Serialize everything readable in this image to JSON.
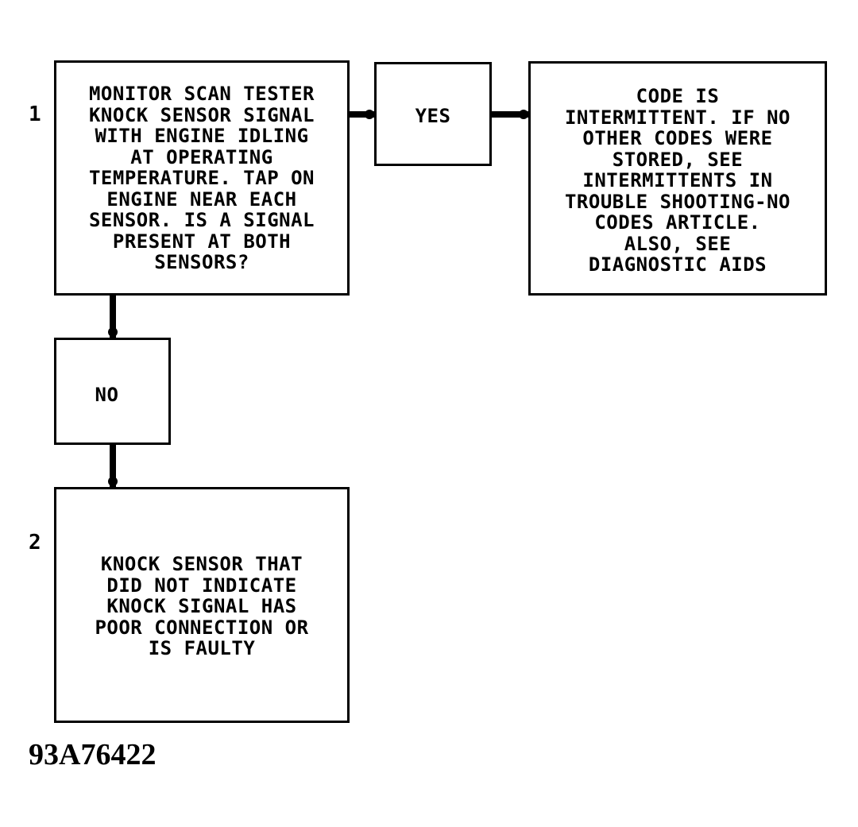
{
  "diagram": {
    "steps": [
      {
        "number": "1",
        "question": "MONITOR SCAN TESTER\nKNOCK SENSOR SIGNAL\nWITH ENGINE IDLING\nAT OPERATING\nTEMPERATURE. TAP ON\nENGINE NEAR EACH\nSENSOR. IS A SIGNAL\nPRESENT AT BOTH\nSENSORS?"
      },
      {
        "number": "2",
        "result": "KNOCK SENSOR THAT\nDID NOT INDICATE\nKNOCK SIGNAL HAS\nPOOR CONNECTION OR\nIS FAULTY"
      }
    ],
    "yes_label": "YES",
    "no_label": "NO",
    "yes_result": "CODE IS\nINTERMITTENT. IF NO\nOTHER CODES WERE\nSTORED, SEE\nINTERMITTENTS IN\nTROUBLE SHOOTING-NO\nCODES ARTICLE.\nALSO, SEE\nDIAGNOSTIC AIDS",
    "figure_id": "93A76422"
  },
  "colors": {
    "line": "#000000",
    "background": "#ffffff"
  }
}
